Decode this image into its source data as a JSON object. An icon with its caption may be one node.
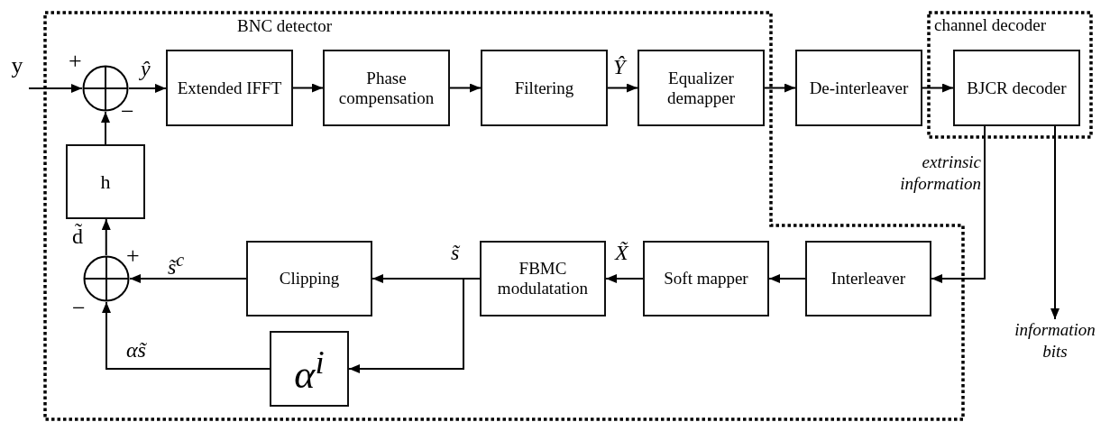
{
  "diagram": {
    "nodes": [
      {
        "text": [
          "BNC detector"
        ]
      },
      {
        "text": [
          "channel decoder"
        ]
      },
      {
        "text": [
          "y"
        ]
      },
      {
        "text": [],
        "shape": "circle",
        "in": 0
      },
      {
        "text": [
          "Extended IFFT"
        ],
        "in": 0
      },
      {
        "text": [
          "Phase compensation"
        ],
        "in": 0
      },
      {
        "text": [
          "Filtering"
        ],
        "in": 0
      },
      {
        "text": [
          "Equalizer demapper"
        ],
        "in": 0
      },
      {
        "text": [
          "De-interleaver"
        ]
      },
      {
        "text": [
          "BJCR decoder"
        ],
        "in": 1
      },
      {
        "text": [
          "h"
        ],
        "in": 0
      },
      {
        "text": [],
        "shape": "circle",
        "in": 0
      },
      {
        "text": [
          "Clipping"
        ],
        "in": 0
      },
      {
        "text": [
          "FBMC modulatation"
        ],
        "in": 0
      },
      {
        "text": [
          "Soft mapper"
        ],
        "in": 0
      },
      {
        "text": [
          "Interleaver"
        ],
        "in": 0
      },
      {
        "text": [
          "α$^{i}$"
        ],
        "in": 0
      },
      {
        "text": [
          "information bits"
        ]
      }
    ],
    "edges": [
      {
        "from": 2,
        "to": 3,
        "arrow": "to"
      },
      {
        "from": 3,
        "to": 4,
        "arrow": "to",
        "label": "ŷ"
      },
      {
        "from": 4,
        "to": 5,
        "arrow": "to"
      },
      {
        "from": 5,
        "to": 6,
        "arrow": "to"
      },
      {
        "from": 6,
        "to": 7,
        "arrow": "to",
        "label": "Ŷ"
      },
      {
        "from": 7,
        "to": 8,
        "arrow": "to"
      },
      {
        "from": 8,
        "to": 9,
        "arrow": "to"
      },
      {
        "from": 9,
        "to": 15,
        "arrow": "to",
        "label": "extrinsic information"
      },
      {
        "from": 9,
        "to": 17,
        "arrow": "to"
      },
      {
        "from": 15,
        "to": 14,
        "arrow": "to"
      },
      {
        "from": 14,
        "to": 13,
        "arrow": "to",
        "label": "X̃"
      },
      {
        "from": 13,
        "to": 12,
        "arrow": "to",
        "label": "s̃"
      },
      {
        "from": 13,
        "to": 16,
        "arrow": "to"
      },
      {
        "from": 12,
        "to": 11,
        "arrow": "to",
        "label": "s̃$^{c}$"
      },
      {
        "from": 16,
        "to": 11,
        "arrow": "to",
        "label": "αs̃"
      },
      {
        "from": 11,
        "to": 10,
        "arrow": "to",
        "label": "d̃"
      },
      {
        "from": 10,
        "to": 3,
        "arrow": "to"
      }
    ],
    "labels": [
      "+",
      "−",
      "+",
      "−"
    ]
  }
}
